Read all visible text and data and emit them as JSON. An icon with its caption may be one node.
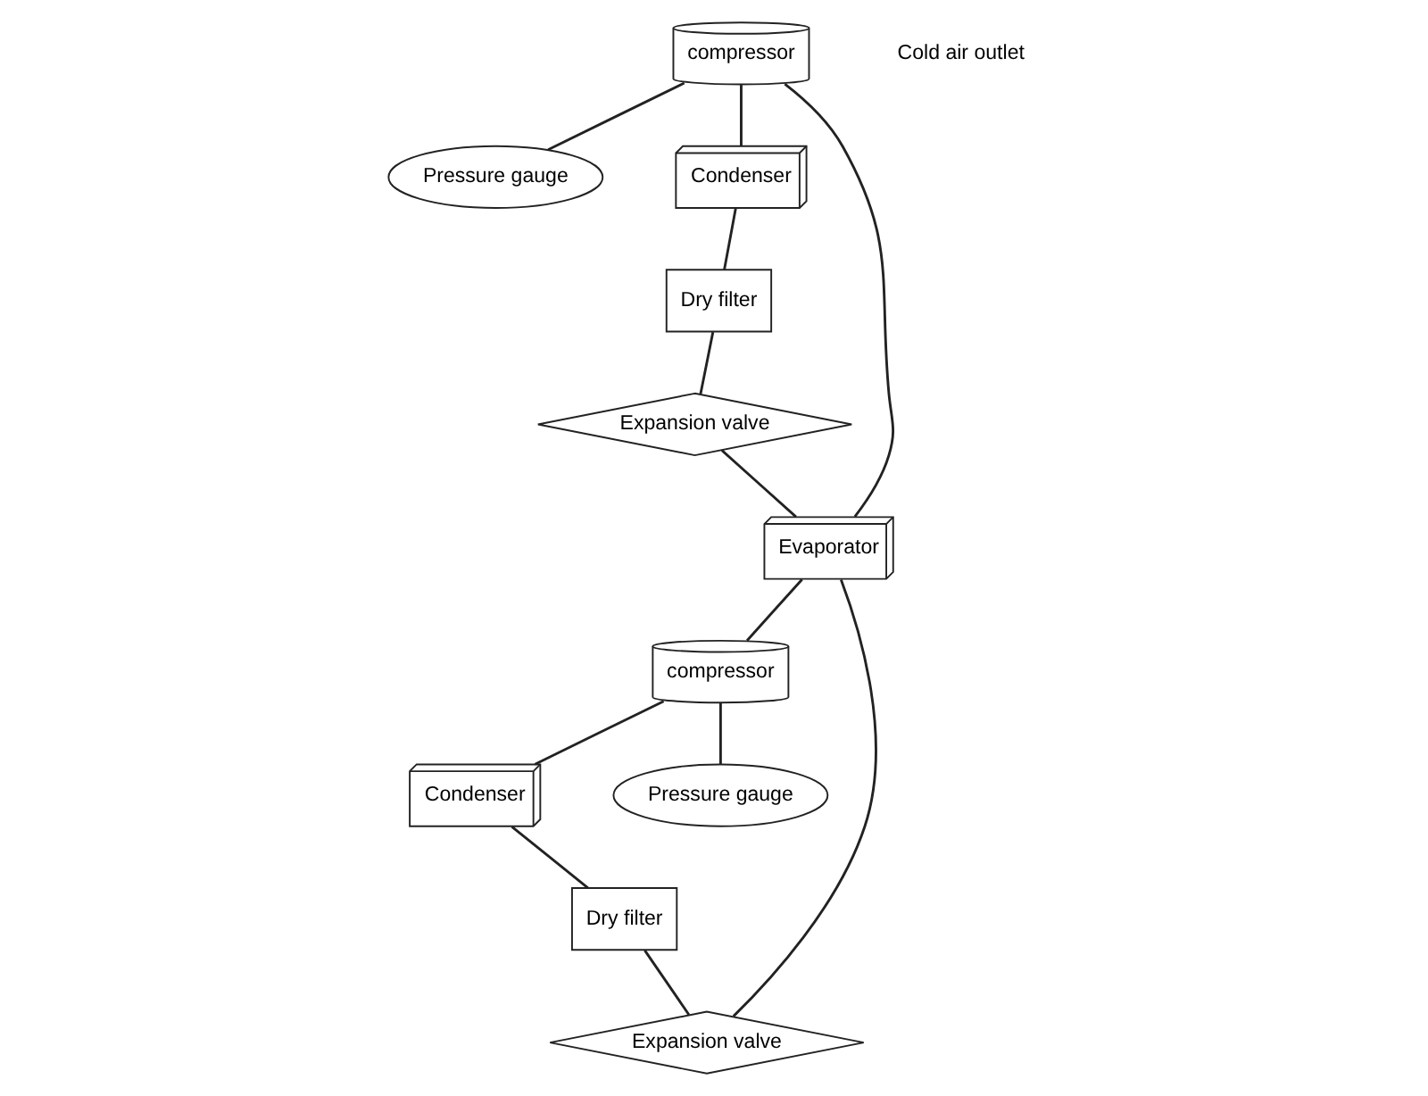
{
  "diagram": {
    "nodes": [
      {
        "text": [
          "Pressure gauge"
        ]
      },
      {
        "text": [
          "compressor"
        ]
      },
      {
        "text": [
          "Condenser"
        ]
      },
      {
        "text": [
          "Dry filter"
        ]
      },
      {
        "text": [
          "Expansion valve"
        ]
      },
      {
        "text": [
          "Evaporator"
        ]
      },
      {
        "text": [
          "Expansion valve"
        ]
      },
      {
        "text": [
          "Dry filter"
        ]
      },
      {
        "text": [
          "Condenser"
        ]
      },
      {
        "text": [
          "compressor"
        ]
      },
      {
        "text": [
          "Pressure gauge"
        ]
      }
    ],
    "edges": [
      {
        "from": 1,
        "to": 0,
        "arrow": "none"
      },
      {
        "from": 1,
        "to": 2,
        "arrow": "none"
      },
      {
        "from": 2,
        "to": 3,
        "arrow": "none"
      },
      {
        "from": 3,
        "to": 4,
        "arrow": "none"
      },
      {
        "from": 4,
        "to": 5,
        "arrow": "none"
      },
      {
        "from": 5,
        "to": 1,
        "arrow": "none"
      },
      {
        "from": 9,
        "to": 10,
        "arrow": "none"
      },
      {
        "from": 9,
        "to": 8,
        "arrow": "none"
      },
      {
        "from": 8,
        "to": 7,
        "arrow": "none"
      },
      {
        "from": 7,
        "to": 6,
        "arrow": "none"
      },
      {
        "from": 6,
        "to": 5,
        "arrow": "none"
      },
      {
        "from": 5,
        "to": 9,
        "arrow": "none"
      }
    ],
    "labels": [
      "Cold air outlet"
    ]
  }
}
